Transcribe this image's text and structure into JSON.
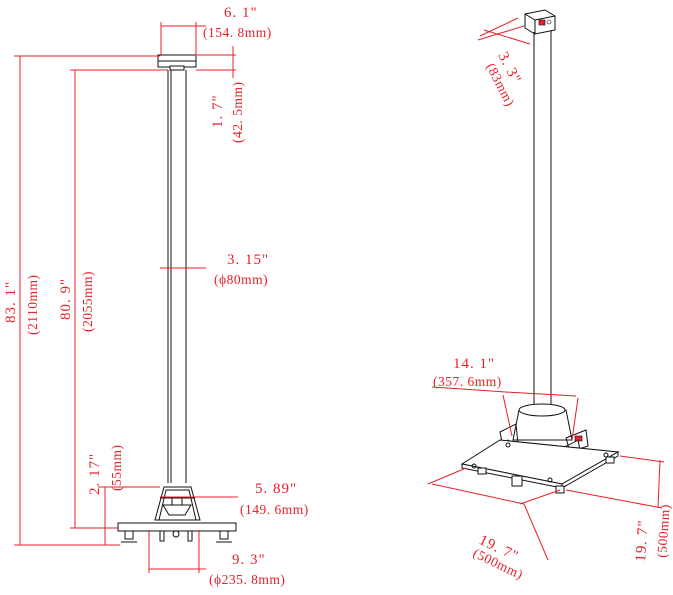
{
  "front_view": {
    "top_width_in": "6. 1\"",
    "top_width_mm": "(154. 8mm)",
    "top_height_in": "1. 7\"",
    "top_height_mm": "(42. 5mm)",
    "pole_dia_in": "3. 15\"",
    "pole_dia_mm": "(ϕ80mm)",
    "total_height_in": "83. 1\"",
    "total_height_mm": "(2110mm)",
    "pole_height_in": "80. 9\"",
    "pole_height_mm": "(2055mm)",
    "base_height_in": "2. 17\"",
    "base_height_mm": "(55mm)",
    "base_top_in": "5. 89\"",
    "base_top_mm": "(149. 6mm)",
    "base_width_in": "9. 3\"",
    "base_width_mm": "(ϕ235. 8mm)"
  },
  "iso_view": {
    "head_in": "3. 3\"",
    "head_mm": "(83mm)",
    "base_span_in": "14. 1\"",
    "base_span_mm": "(357. 6mm)",
    "plate_a_in": "19. 7\"",
    "plate_a_mm": "(500mm)",
    "plate_b_in": "19. 7\"",
    "plate_b_mm": "(500mm)"
  }
}
